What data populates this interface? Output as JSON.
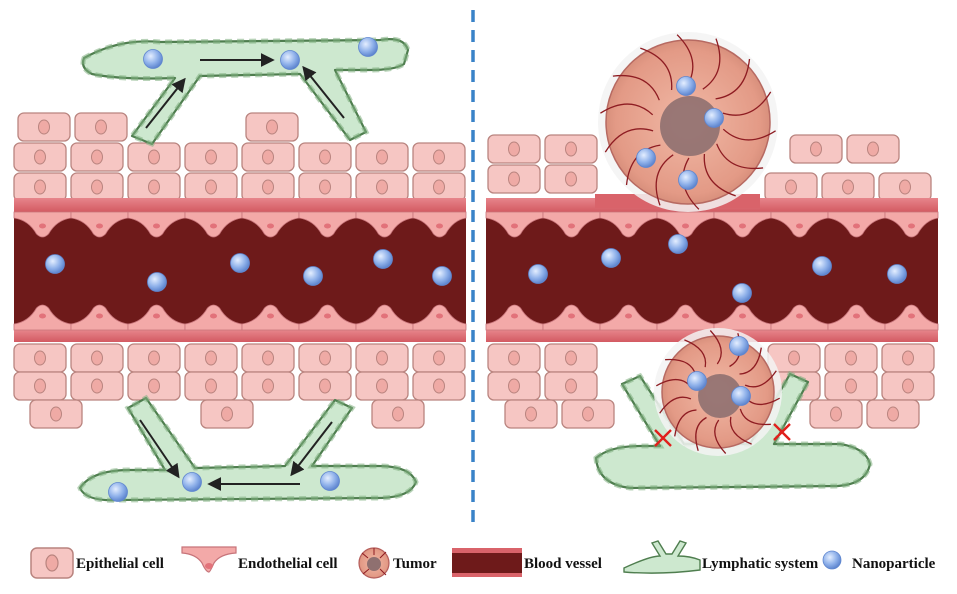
{
  "colors": {
    "epithelial_fill": "#f6c6c3",
    "epithelial_stroke": "#b9847f",
    "nucleus_fill": "#efaaa5",
    "endothelial_fill": "#f3a9a8",
    "vessel_wall": "#d9636a",
    "vessel_blood": "#6e1a1a",
    "lymph_fill": "#cde8cf",
    "lymph_stroke": "#4f7e4f",
    "tumor_fill": "#e7a48f",
    "tumor_core": "#8f7070",
    "tumor_vein": "#8e1c22",
    "nanoparticle": "#8fb1ea",
    "divider": "#3a83c8",
    "arrow": "#222222",
    "blocked_mark": "#e0201c"
  },
  "diagram": {
    "panels": [
      {
        "name": "normal-tissue",
        "lymph_flow": "open"
      },
      {
        "name": "tumor-tissue",
        "lymph_flow": "blocked"
      }
    ]
  },
  "legend": {
    "items": [
      {
        "key": "epithelial",
        "label": "Epithelial cell",
        "icon": "epithelial-cell-icon"
      },
      {
        "key": "endothelial",
        "label": "Endothelial cell",
        "icon": "endothelial-cell-icon"
      },
      {
        "key": "tumor",
        "label": "Tumor",
        "icon": "tumor-icon"
      },
      {
        "key": "vessel",
        "label": "Blood vessel",
        "icon": "blood-vessel-icon"
      },
      {
        "key": "lymph",
        "label": "Lymphatic system",
        "icon": "lymphatic-system-icon"
      },
      {
        "key": "nano",
        "label": "Nanoparticle",
        "icon": "nanoparticle-icon"
      }
    ]
  }
}
